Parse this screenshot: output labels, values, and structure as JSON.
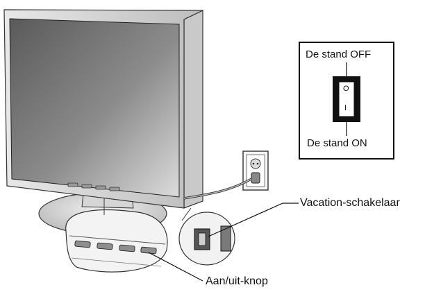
{
  "callouts": {
    "vacation_switch": "Vacation-schakelaar",
    "power_button": "Aan/uit-knop"
  },
  "switch_inset": {
    "off_label": "De stand OFF",
    "on_label": "De stand ON",
    "off_symbol": "O",
    "on_symbol": "I"
  },
  "icons": [
    "monitor-illustration",
    "wall-outlet-icon",
    "power-plug-icon",
    "rocker-switch-icon"
  ],
  "colors": {
    "line": "#111111",
    "screen_dark": "#4a4a4a",
    "screen_light": "#d9d9d9",
    "bezel": "#cfcfcf"
  }
}
